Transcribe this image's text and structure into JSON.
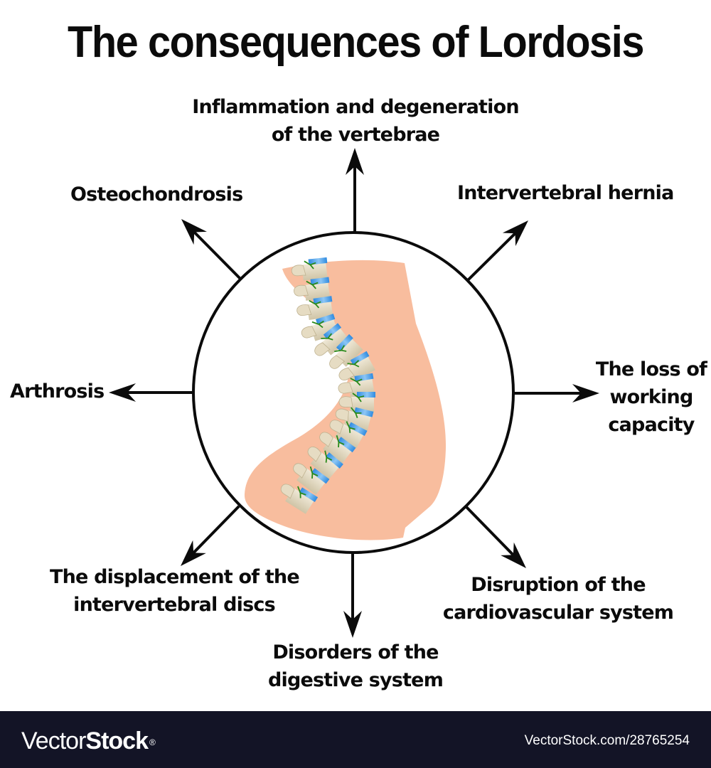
{
  "title": "The consequences of Lordosis",
  "center_image": {
    "description": "Lumbar spine with excessive forward curvature inside a torso silhouette",
    "colors": {
      "skin": "#f8bd9e",
      "bone": "#ddd3b8",
      "disc": "#3d9ae8",
      "nerve": "#2a8a1a",
      "outline": "#0b0b0b"
    }
  },
  "consequences": [
    {
      "id": "top",
      "lines": [
        "Inflammation and degeneration",
        "of the vertebrae"
      ]
    },
    {
      "id": "top-right",
      "lines": [
        "Intervertebral hernia"
      ]
    },
    {
      "id": "right",
      "lines": [
        "The loss of",
        "working",
        "capacity"
      ]
    },
    {
      "id": "bottom-right",
      "lines": [
        "Disruption of the",
        "cardiovascular system"
      ]
    },
    {
      "id": "bottom",
      "lines": [
        "Disorders of the",
        "digestive system"
      ]
    },
    {
      "id": "bottom-left",
      "lines": [
        "The displacement of the",
        "intervertebral discs"
      ]
    },
    {
      "id": "left",
      "lines": [
        "Arthrosis"
      ]
    },
    {
      "id": "top-left",
      "lines": [
        "Osteochondrosis"
      ]
    }
  ],
  "footer": {
    "brand_light": "Vector",
    "brand_bold": "Stock",
    "registered": "®",
    "reference": "VectorStock.com/28765254",
    "background": "#131426"
  }
}
